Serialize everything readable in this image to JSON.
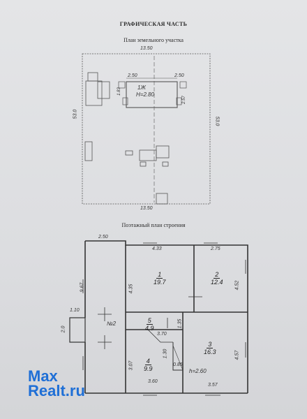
{
  "header": {
    "title": "ГРАФИЧЕСКАЯ ЧАСТЬ",
    "site_plan_title": "План земельного участка",
    "floor_plan_title": "Поэтажный план строения"
  },
  "site_plan": {
    "top_dim": "13.50",
    "bottom_dim": "13.50",
    "left_dim": "53.0",
    "right_dim": "53.0",
    "house_label": "1Ж",
    "house_height": "H=2.80",
    "house_dim_left": "2.50",
    "house_dim_right": "2.50",
    "house_side_left": "1.83",
    "house_side_right": "2.57"
  },
  "floor_plan": {
    "dims": {
      "top_left": "2.50",
      "top_mid": "4.33",
      "top_right": "2.75",
      "left_height": "9.67",
      "porch_width": "1.10",
      "porch_height": "2.0",
      "room1_height": "4.35",
      "right_upper": "4.52",
      "corridor_width": "3.70",
      "corridor_height": "1.35",
      "right_lower": "4.57",
      "left_lower": "3.07",
      "bottom_mid": "3.60",
      "bottom_right": "3.57",
      "stair_width": "1.30",
      "stair_depth": "0.85",
      "ceiling_height": "h=2.60"
    },
    "rooms": [
      {
        "num": "1",
        "area": "19.7"
      },
      {
        "num": "2",
        "area": "12.4"
      },
      {
        "num": "5",
        "area": "4.9"
      },
      {
        "num": "3",
        "area": "16.3"
      },
      {
        "num": "4",
        "area": "9.9"
      }
    ],
    "entry_label": "№2"
  },
  "watermark": {
    "line1": "Max",
    "line2": "Realt",
    "suffix": ".ru"
  }
}
